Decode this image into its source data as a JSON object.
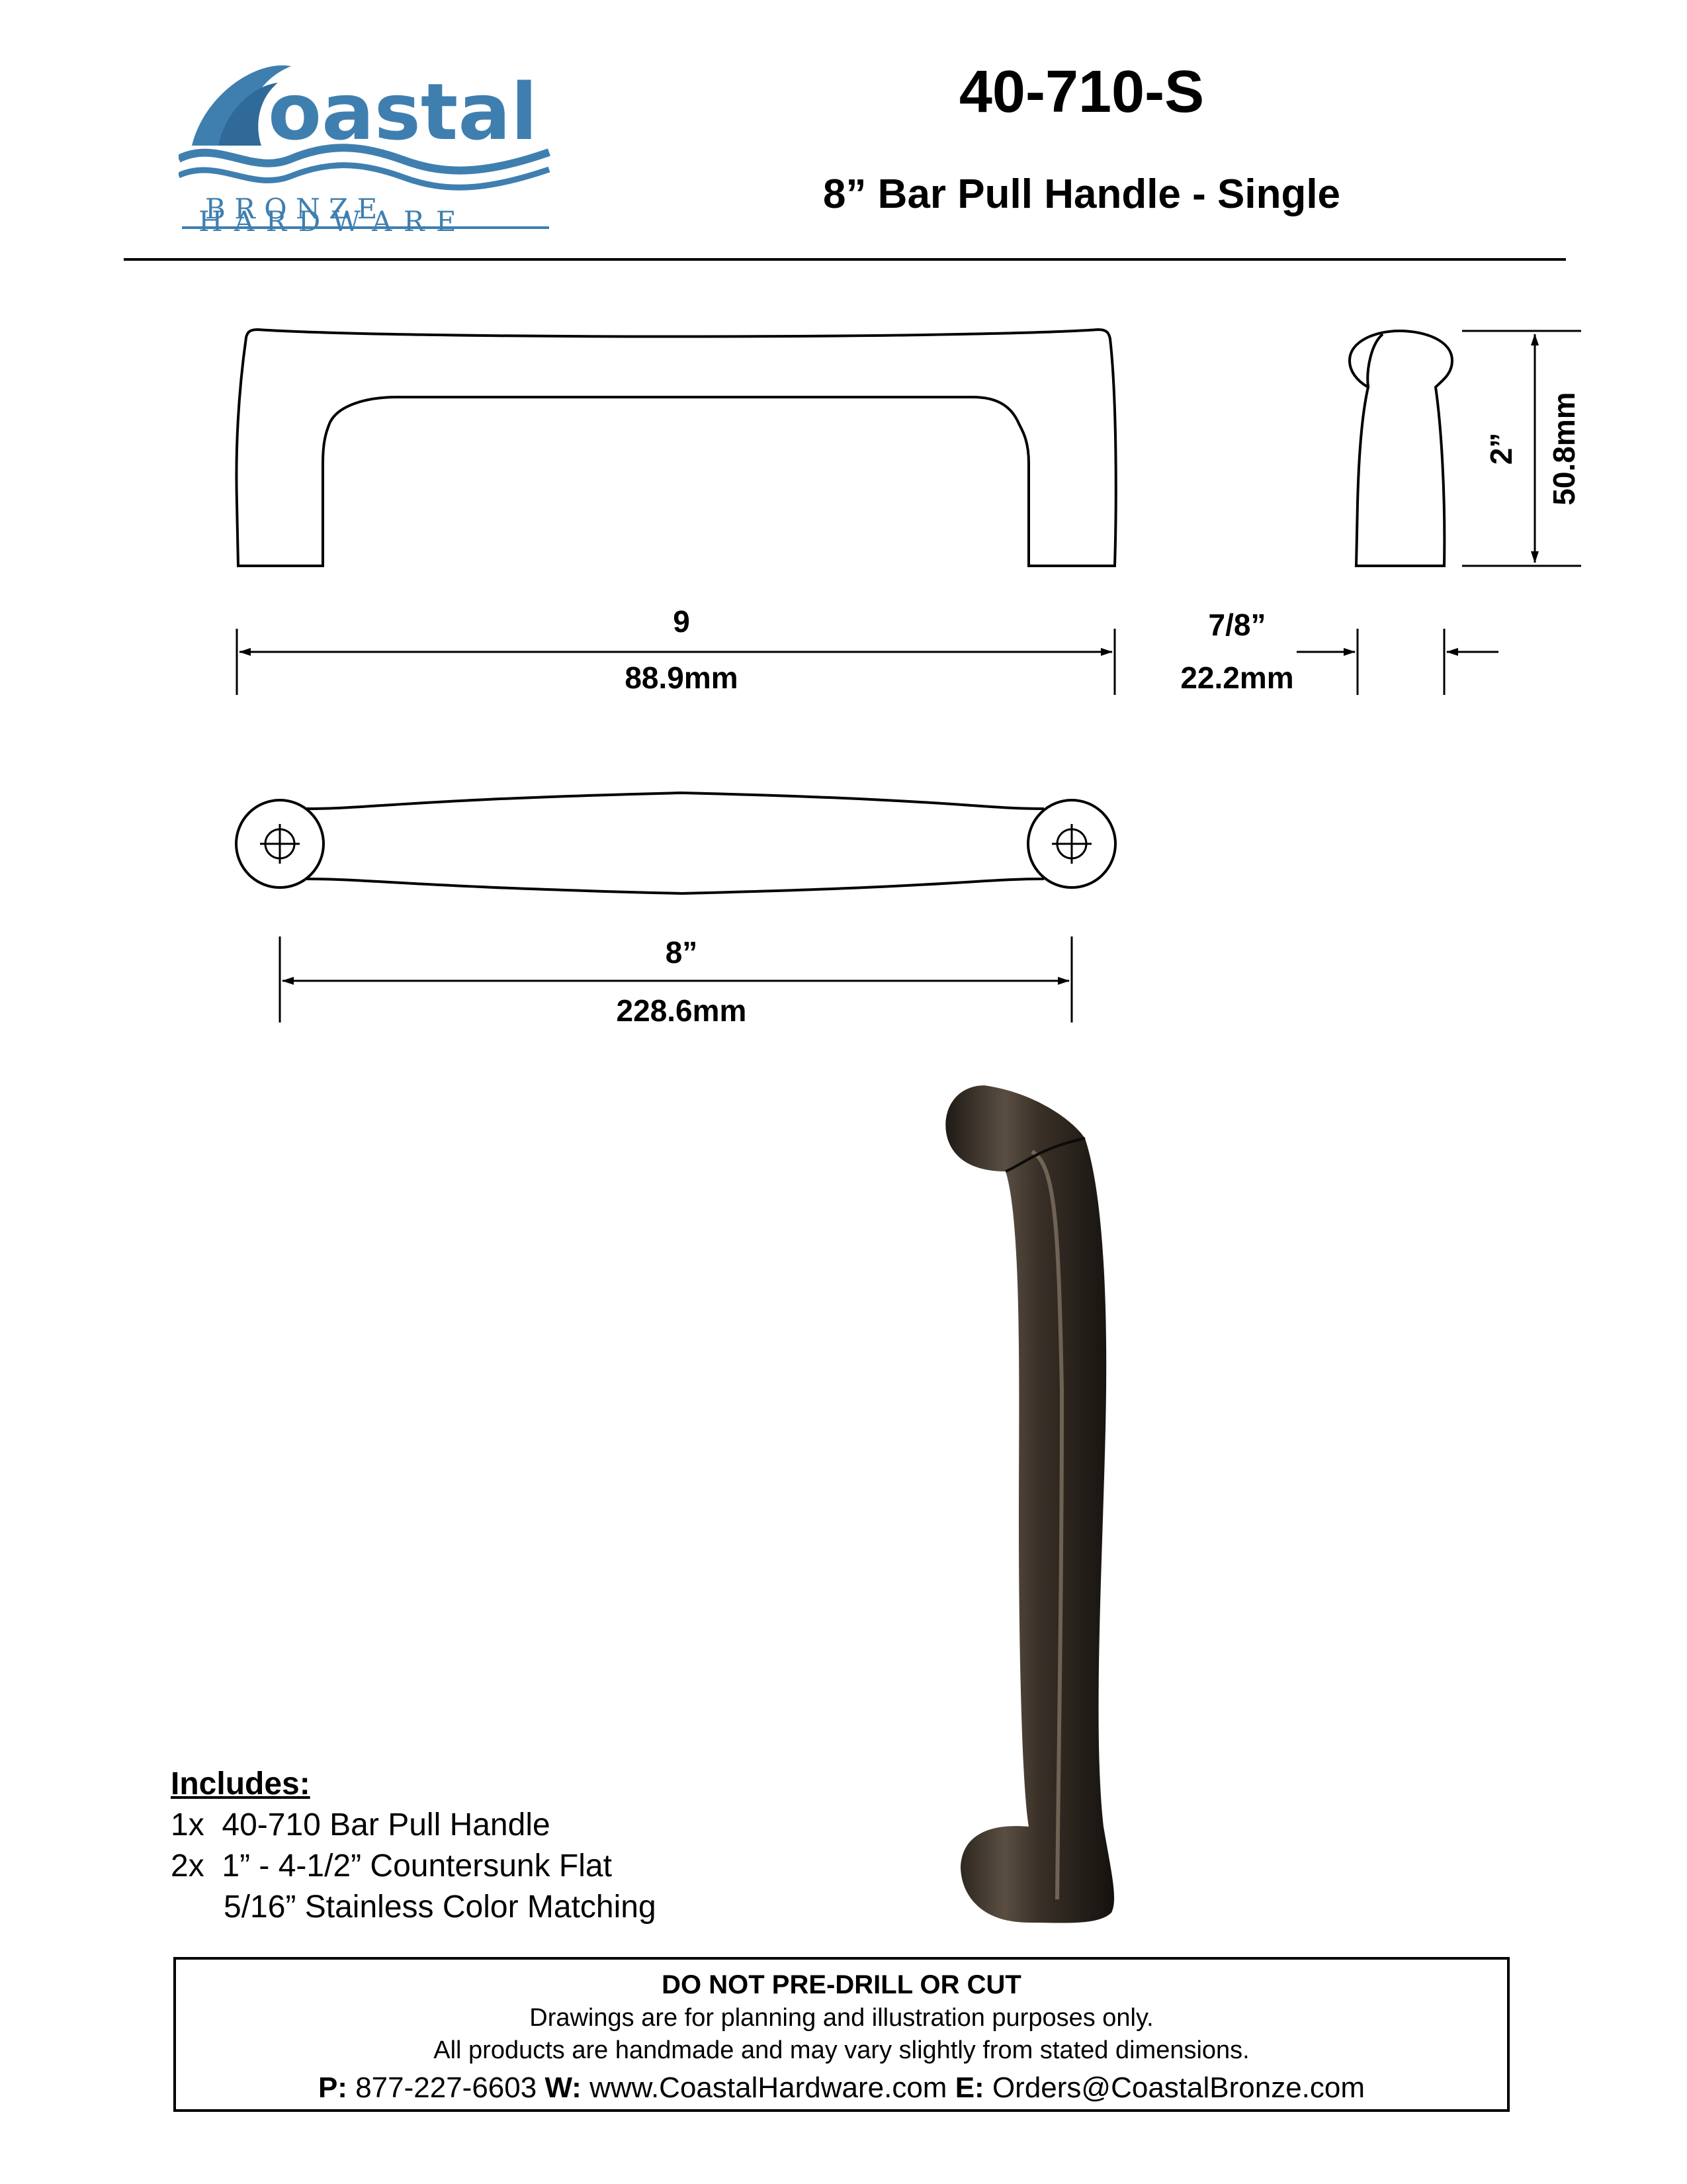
{
  "brand": {
    "logo_word": "oastal",
    "logo_line2": "B R O N Z E",
    "logo_line3": "H A R D W A R E",
    "color": "#3f7fb0"
  },
  "header": {
    "part_number": "40-710-S",
    "title": "8” Bar Pull Handle - Single"
  },
  "dimensions": {
    "overall_length_in": "9",
    "overall_length_mm": "88.9mm",
    "height_in": "2”",
    "height_mm": "50.8mm",
    "width_in": "7/8”",
    "width_mm": "22.2mm",
    "center_to_center_in": "8”",
    "center_to_center_mm": "228.6mm"
  },
  "product": {
    "finish_color": "#3a3128"
  },
  "includes": {
    "title": "Includes:",
    "items": [
      "1x  40-710 Bar Pull Handle",
      "2x  1” - 4-1/2” Countersunk Flat",
      "      5/16” Stainless Color Matching"
    ]
  },
  "footer": {
    "warning": "DO NOT PRE-DRILL OR CUT",
    "line1": "Drawings are for planning and illustration purposes only.",
    "line2": "All products are handmade and may vary slightly from stated dimensions.",
    "phone_label": "P:",
    "phone": "877-227-6603",
    "web_label": "W:",
    "web": "www.CoastalHardware.com",
    "email_label": "E:",
    "email": "Orders@CoastalBronze.com"
  }
}
